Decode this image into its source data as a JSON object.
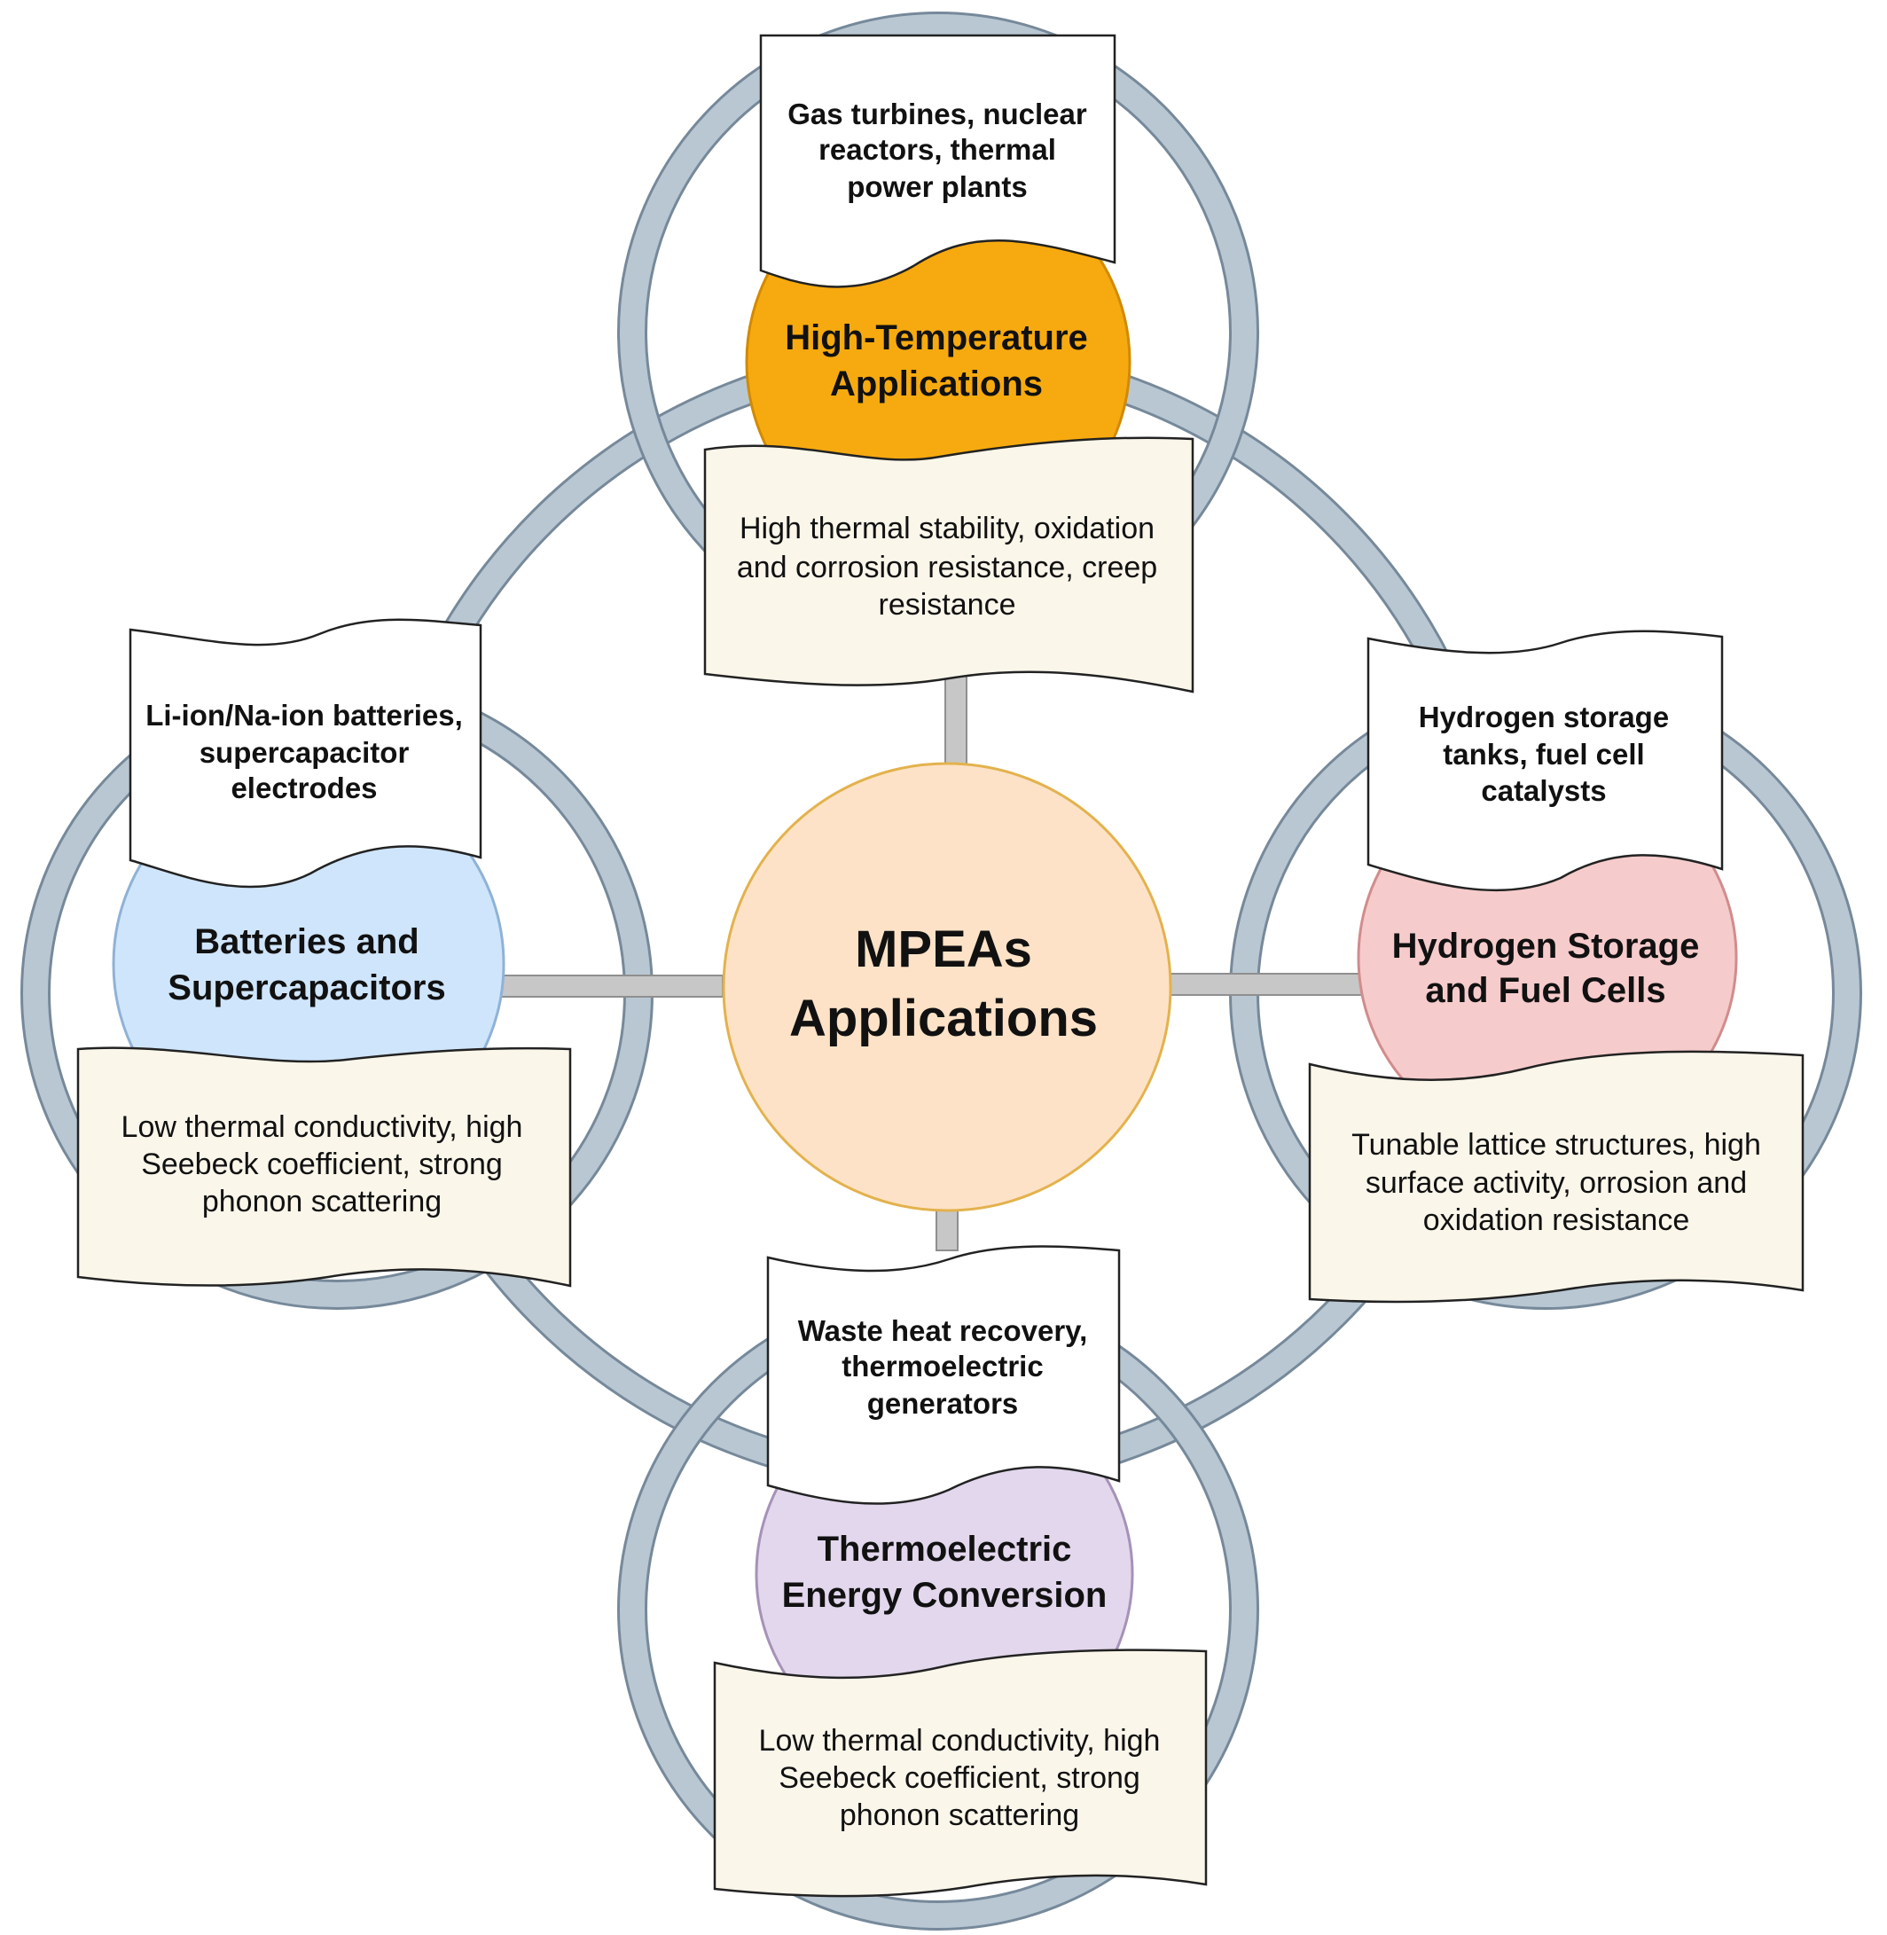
{
  "hub": {
    "title_line1": "MPEAs",
    "title_line2": "Applications",
    "color": "#fde2c7"
  },
  "nodes": [
    {
      "id": "high-temperature",
      "title": [
        "High-Temperature",
        "Applications"
      ],
      "color": "#f7aa0f",
      "applications": [
        "Gas turbines, nuclear",
        "reactors, thermal",
        "power plants"
      ],
      "properties": [
        "High thermal stability, oxidation",
        "and corrosion resistance, creep",
        "resistance"
      ]
    },
    {
      "id": "batteries",
      "title": [
        "Batteries and",
        "Supercapacitors"
      ],
      "color": "#cfe5fb",
      "applications": [
        "Li-ion/Na-ion batteries,",
        "supercapacitor",
        "electrodes"
      ],
      "properties": [
        "Low thermal conductivity, high",
        "Seebeck coefficient, strong",
        "phonon scattering"
      ]
    },
    {
      "id": "hydrogen",
      "title": [
        "Hydrogen Storage",
        "and Fuel Cells"
      ],
      "color": "#f6cbcb",
      "applications": [
        "Hydrogen storage",
        "tanks, fuel cell",
        "catalysts"
      ],
      "properties": [
        "Tunable lattice structures, high",
        "surface activity, orrosion and",
        "oxidation resistance"
      ]
    },
    {
      "id": "thermoelectric",
      "title": [
        "Thermoelectric",
        "Energy Conversion"
      ],
      "color": "#e2d7ec",
      "applications": [
        "Waste heat recovery,",
        "thermoelectric",
        "generators"
      ],
      "properties": [
        "Low thermal conductivity, high",
        "Seebeck coefficient, strong",
        "phonon scattering"
      ]
    }
  ],
  "colors": {
    "ring": "#b9c7d3",
    "ring_outline": "#76899a",
    "connector": "#c7c7c7",
    "app_box": "#ffffff",
    "prop_box": "#faf6ea"
  }
}
